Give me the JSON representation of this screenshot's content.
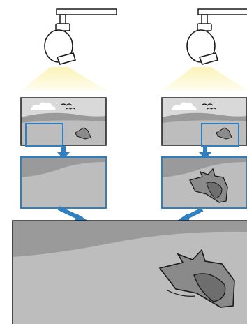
{
  "diagram": {
    "colors": {
      "outline": "#1a1a1a",
      "beam_top": "#fbf3b8",
      "beam_bottom": "#fffdf0",
      "sky": "#d9d9d9",
      "sand_light": "#bdbdbd",
      "sand_dark": "#9a9a9a",
      "selection": "#2f7fc1",
      "arrow": "#2f7fc1",
      "shell": "#8a8a8a",
      "shell_dark": "#6e6e6e"
    },
    "projectors": [
      {
        "name": "left-projector",
        "selection_region": "left"
      },
      {
        "name": "right-projector",
        "selection_region": "right"
      }
    ]
  }
}
